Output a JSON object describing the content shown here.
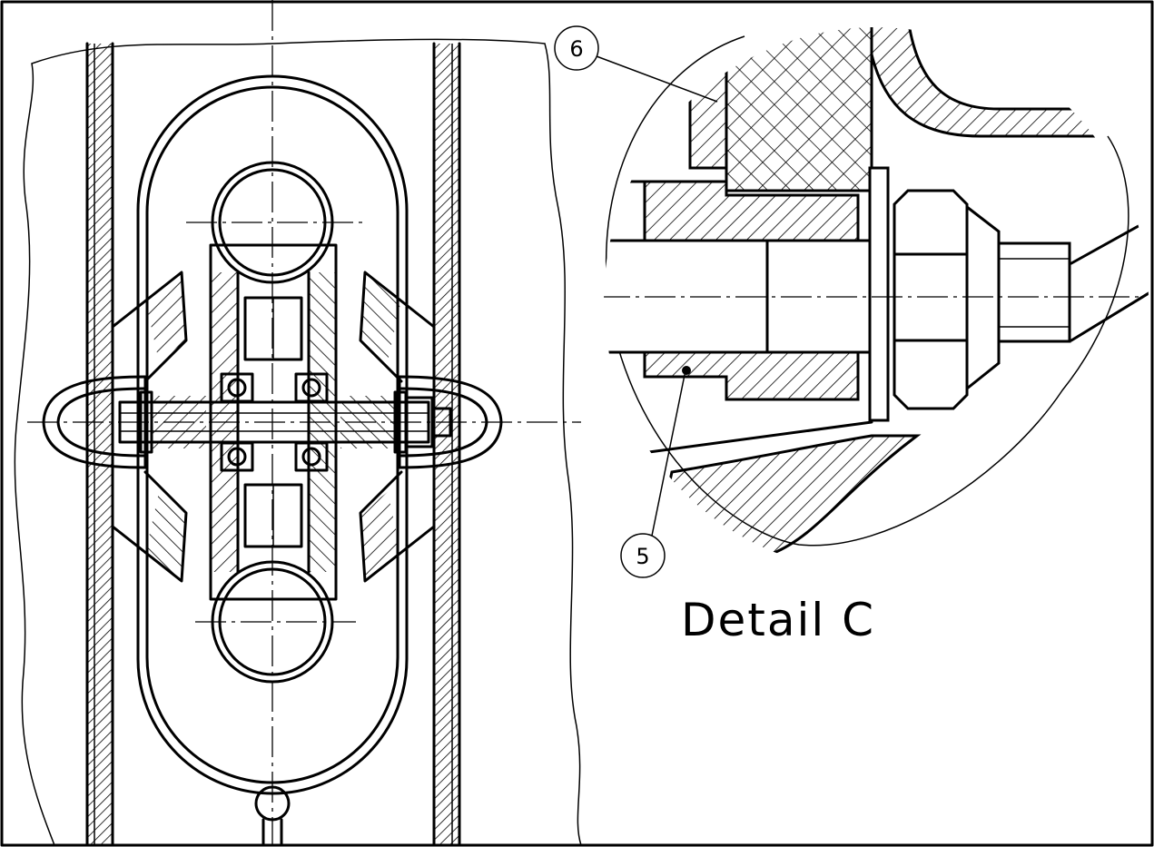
{
  "balloons": [
    {
      "number": "6"
    },
    {
      "number": "5"
    }
  ],
  "caption": {
    "detail_label": "Detail C"
  }
}
